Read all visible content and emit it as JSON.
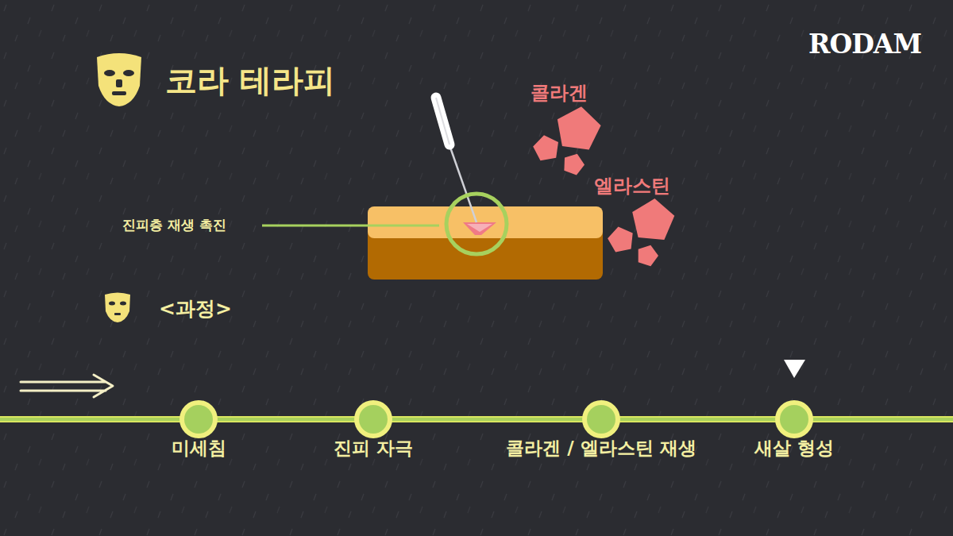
{
  "diagram": {
    "title": "코라 테라피",
    "nodes": [
      {
        "text": [
          "미세침"
        ]
      },
      {
        "text": [
          "진피 자극"
        ]
      },
      {
        "text": [
          "콜라겐 / 엘라스틴 재생"
        ]
      },
      {
        "text": [
          "새살 형성"
        ]
      }
    ],
    "edges": [
      {
        "from": 0,
        "to": 1,
        "arrow": "none"
      },
      {
        "from": 1,
        "to": 2,
        "arrow": "none"
      },
      {
        "from": 2,
        "to": 3,
        "arrow": "none"
      }
    ],
    "labels": [
      "RODAM",
      "콜라겐",
      "엘라스틴",
      "진피층 재생 촉진",
      "<과정>"
    ]
  }
}
